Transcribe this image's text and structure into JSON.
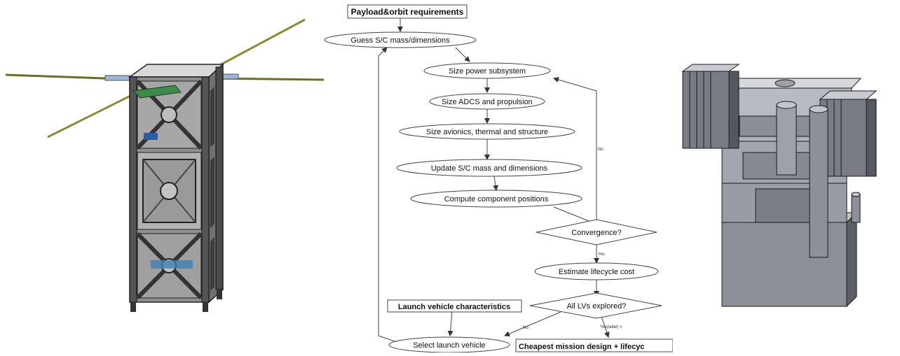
{
  "flowchart": {
    "nodes": {
      "payload": "Payload&orbit requirements",
      "guess": "Guess S/C mass/dimensions",
      "power": "Size power subsystem",
      "adcs": "Size ADCS and propulsion",
      "avionics": "Size avionics, thermal and structure",
      "update": "Update S/C mass and dimensions",
      "positions": "Compute component positions",
      "convergence": "Convergence?",
      "estimate": "Estimate lifecycle cost",
      "all_lvs": "All LVs explored?",
      "lv_chars": "Launch vehicle characteristics",
      "select_lv": "Select launch vehicle",
      "cheapest": "Cheapest mission design + lifecyc"
    },
    "edge_labels": {
      "no_convergence": "No",
      "yes_convergence": "Yes",
      "no_lvs": "No",
      "yes_lvs": "Yes(label) ="
    }
  }
}
